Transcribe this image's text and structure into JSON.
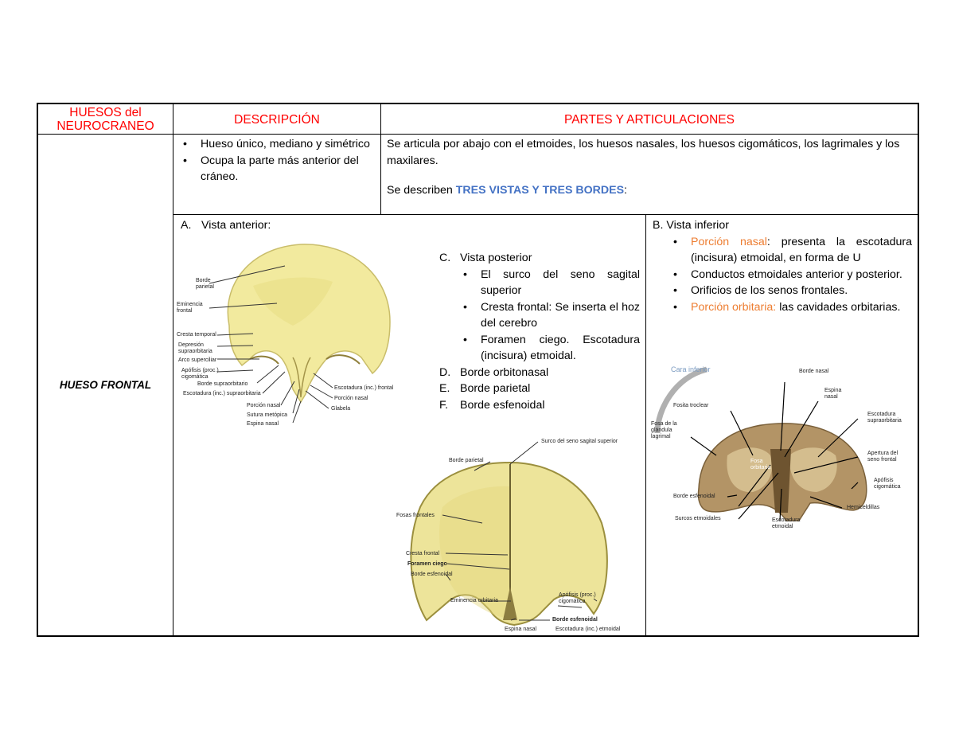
{
  "header": {
    "col1": "HUESOS del NEUROCRANEO",
    "col2": "DESCRIPCIÓN",
    "col3": "PARTES Y ARTICULACIONES"
  },
  "row": {
    "bone_name": "HUESO FRONTAL",
    "description": [
      "Hueso único, mediano y simétrico",
      "Ocupa la parte más anterior del cráneo."
    ],
    "articulation": "Se articula por abajo con el etmoides, los huesos nasales, los huesos cigomáticos, los lagrimales y los maxilares.",
    "views_prefix": "Se describen ",
    "views_highlight": "TRES VISTAS Y TRES BORDES",
    "views_suffix": ":"
  },
  "vista_anterior": {
    "marker": "A.",
    "title": "Vista anterior:",
    "labels": {
      "borde_parietal": "Borde parietal",
      "eminencia_frontal": "Eminencia frontal",
      "cresta_temporal": "Cresta temporal",
      "depresion": "Depresión supraorbitaria",
      "arco": "Arco superciliar",
      "apofisis": "Apófisis (proc.) cigomática",
      "borde_supraorbitario": "Borde supraorbitario",
      "escotadura_supra": "Escotadura (inc.) supraorbitaria",
      "porcion_nasal": "Porción nasal",
      "sutura_metopica": "Sutura metópica",
      "espina_nasal": "Espina nasal",
      "escotadura_frontal": "Escotadura (inc.) frontal",
      "porcion_nasal_r": "Porción nasal",
      "glabela": "Glabela"
    }
  },
  "vista_posterior": {
    "marker": "C.",
    "title": "Vista posterior",
    "items": [
      "El surco del seno sagital superior",
      "Cresta frontal: Se inserta el hoz del cerebro",
      "Foramen ciego. Escotadura (incisura) etmoidal."
    ],
    "borders": [
      {
        "marker": "D.",
        "text": "Borde orbitonasal"
      },
      {
        "marker": "E.",
        "text": "Borde parietal"
      },
      {
        "marker": "F.",
        "text": "Borde esfenoidal"
      }
    ],
    "labels": {
      "surco": "Surco del seno sagital superior",
      "borde_parietal": "Borde parietal",
      "fosas": "Fosas frontales",
      "cresta": "Cresta frontal",
      "foramen": "Foramen ciego",
      "borde_esfenoidal_l": "Borde esfenoidal",
      "apofisis": "Apófisis (proc.) cigomática",
      "eminencia": "Eminencia orbitaria",
      "borde_esfenoidal_r": "Borde esfenoidal",
      "espina": "Espina nasal",
      "escotadura": "Escotadura (inc.) etmoidal"
    }
  },
  "vista_inferior": {
    "marker": "B.",
    "title": "Vista inferior",
    "items": [
      {
        "highlight": "Porción nasal",
        "text": ": presenta la escotadura (incisura) etmoidal, en forma de U"
      },
      {
        "highlight": "",
        "text": "Conductos etmoidales anterior y posterior."
      },
      {
        "highlight": "",
        "text": "Orificios de los senos frontales."
      },
      {
        "highlight": "Porción orbitaria:",
        "text": " las cavidades orbitarias."
      }
    ],
    "labels": {
      "cara": "Cara inferior",
      "borde_nasal": "Borde nasal",
      "espina": "Espina nasal",
      "fosita_troclear": "Fosita troclear",
      "escotadura_supra": "Escotadura supraorbitaria",
      "fosa_glandula": "Fosa de la glándula lagrimal",
      "apertura": "Apertura del seno frontal",
      "fosa_orbitaria": "Fosa orbitaria",
      "apofisis": "Apófisis cigomática",
      "borde_esfenoidal": "Borde esfenoidal",
      "hemicelulillas": "Hemiceldillas",
      "surcos": "Surcos etmoidales",
      "escotadura_etmoidal": "Escotadura etmoidal"
    }
  },
  "colors": {
    "header_text": "#ff0000",
    "highlight_blue": "#4472c4",
    "highlight_orange": "#ed7d31",
    "bone_yellow": "#f2ea9e",
    "bone_brown": "#b39466"
  }
}
